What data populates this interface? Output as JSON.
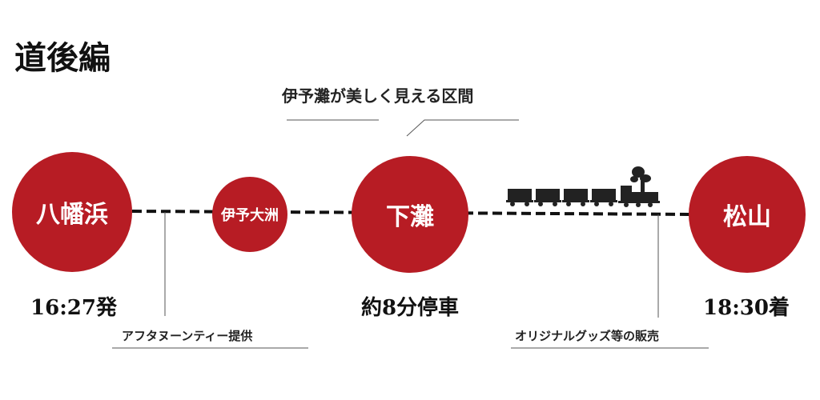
{
  "title": "道後編",
  "callout": "伊予灘が美しく見える区間",
  "stations": [
    {
      "name": "八幡浜",
      "time": "16:27発"
    },
    {
      "name": "伊予大洲"
    },
    {
      "name": "下灘",
      "time": "約8分停車"
    },
    {
      "name": "松山",
      "time": "18:30着"
    }
  ],
  "notes": [
    "アフタヌーンティー提供",
    "オリジナルグッズ等の販売"
  ],
  "colors": {
    "accent": "#b71c24",
    "text": "#111111"
  }
}
